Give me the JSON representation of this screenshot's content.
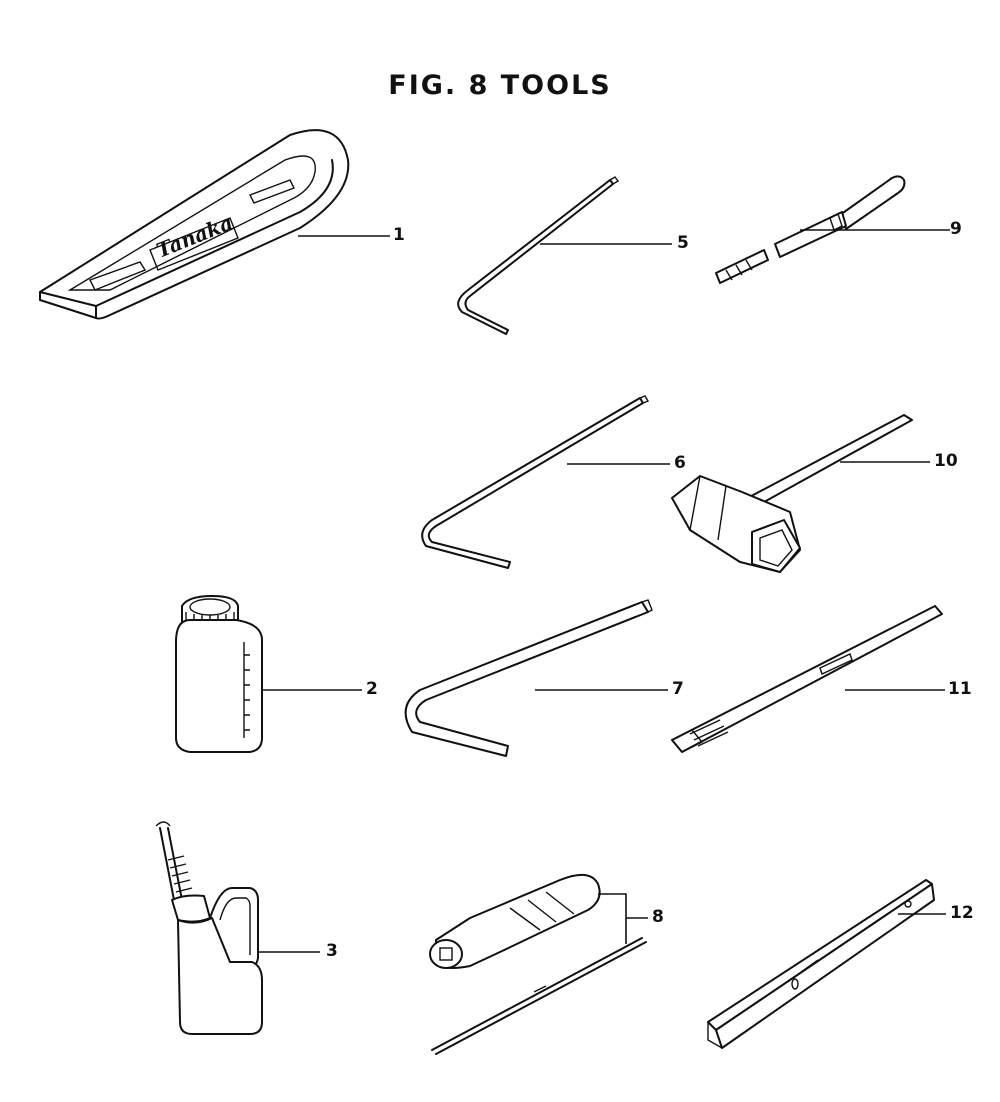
{
  "figure": {
    "title": "FIG. 8  TOOLS",
    "bar_brand": "Tanaka"
  },
  "callouts": [
    "1",
    "2",
    "3",
    "5",
    "6",
    "7",
    "8",
    "9",
    "10",
    "11",
    "12"
  ]
}
